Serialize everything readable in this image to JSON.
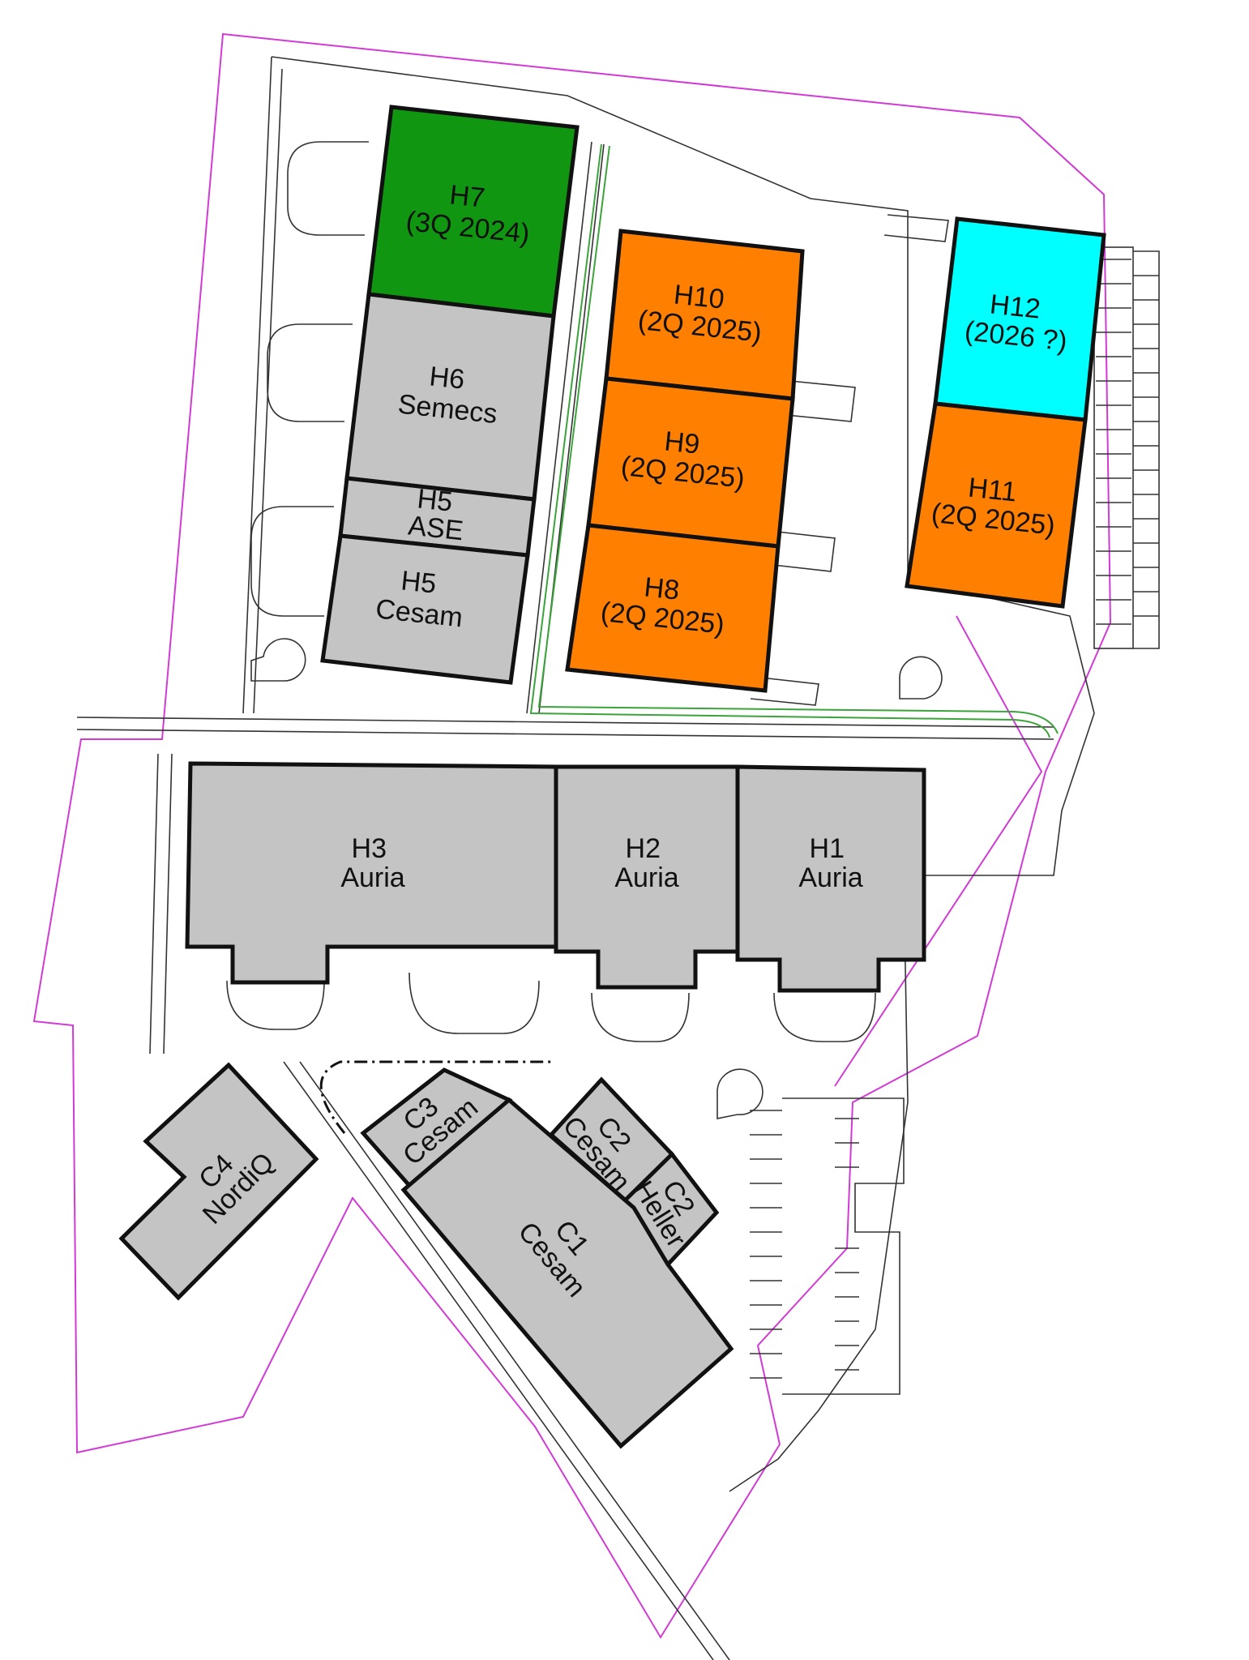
{
  "colors": {
    "existing": "#c4c4c4",
    "q3_2024": "#119611",
    "q2_2025": "#ff7f00",
    "y2026": "#00ffff",
    "outline": "#111111",
    "boundary": "#d23ad6",
    "path": "#3aa33a"
  },
  "buildings": [
    {
      "id": "H7",
      "lines": [
        "H7",
        "(3Q 2024)"
      ],
      "status": "q3_2024"
    },
    {
      "id": "H6",
      "lines": [
        "H6",
        "Semecs"
      ],
      "status": "existing"
    },
    {
      "id": "H5-ase",
      "lines": [
        "H5",
        "ASE"
      ],
      "status": "existing"
    },
    {
      "id": "H5-cesam",
      "lines": [
        "H5",
        "Cesam"
      ],
      "status": "existing"
    },
    {
      "id": "H10",
      "lines": [
        "H10",
        "(2Q 2025)"
      ],
      "status": "q2_2025"
    },
    {
      "id": "H9",
      "lines": [
        "H9",
        "(2Q 2025)"
      ],
      "status": "q2_2025"
    },
    {
      "id": "H8",
      "lines": [
        "H8",
        "(2Q 2025)"
      ],
      "status": "q2_2025"
    },
    {
      "id": "H12",
      "lines": [
        "H12",
        "(2026 ?)"
      ],
      "status": "y2026"
    },
    {
      "id": "H11",
      "lines": [
        "H11",
        "(2Q 2025)"
      ],
      "status": "q2_2025"
    },
    {
      "id": "H3",
      "lines": [
        "H3",
        "Auria"
      ],
      "status": "existing"
    },
    {
      "id": "H2",
      "lines": [
        "H2",
        "Auria"
      ],
      "status": "existing"
    },
    {
      "id": "H1",
      "lines": [
        "H1",
        "Auria"
      ],
      "status": "existing"
    },
    {
      "id": "C4",
      "lines": [
        "C4",
        "NordiQ"
      ],
      "status": "existing"
    },
    {
      "id": "C3",
      "lines": [
        "C3",
        "Cesam"
      ],
      "status": "existing"
    },
    {
      "id": "C2-cesam",
      "lines": [
        "C2",
        "Cesam"
      ],
      "status": "existing"
    },
    {
      "id": "C2-heller",
      "lines": [
        "C2",
        "Heller"
      ],
      "status": "existing"
    },
    {
      "id": "C1",
      "lines": [
        "C1",
        "Cesam"
      ],
      "status": "existing"
    }
  ]
}
